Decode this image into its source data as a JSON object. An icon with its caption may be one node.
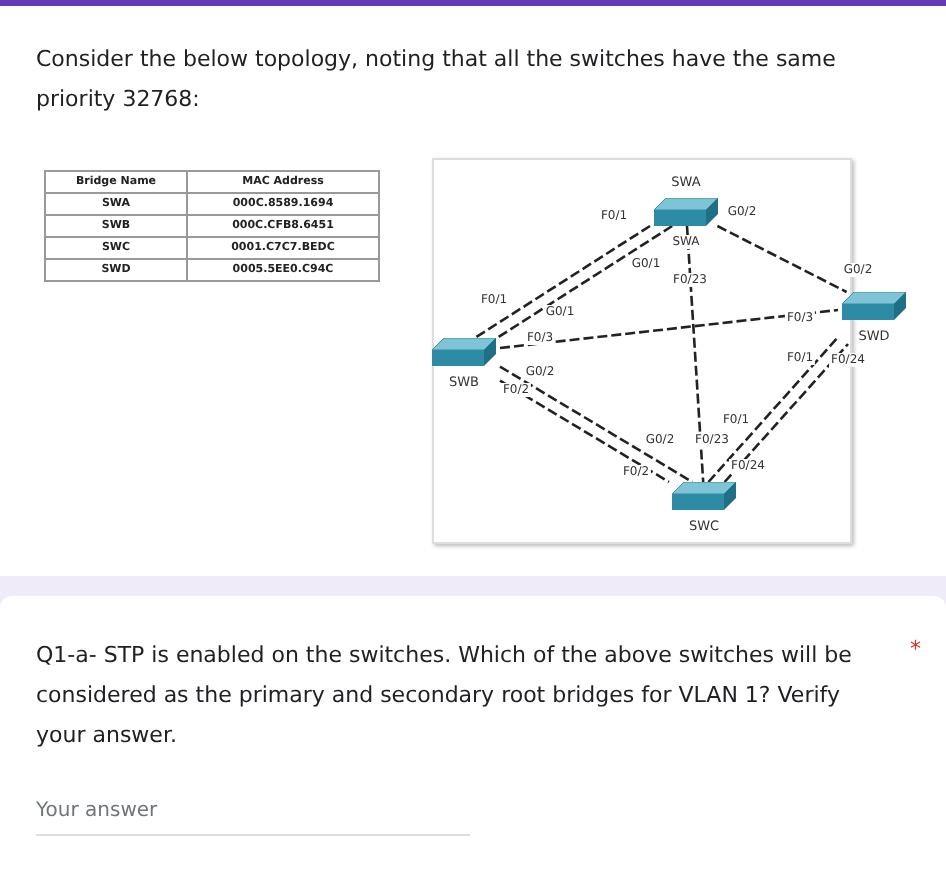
{
  "diagram": {
    "nodes": [
      {
        "text": [
          "SWA"
        ]
      },
      {
        "text": [
          "SWD"
        ]
      },
      {
        "text": [
          "SWB"
        ]
      },
      {
        "text": [
          "SWC"
        ]
      }
    ],
    "edges": [
      {
        "from": 0,
        "to": 2,
        "arrow": "none",
        "style": "dashed"
      },
      {
        "from": 0,
        "to": 2,
        "arrow": "none",
        "style": "dashed"
      },
      {
        "from": 0,
        "to": 1,
        "arrow": "none",
        "style": "dashed"
      },
      {
        "from": 0,
        "to": 3,
        "arrow": "none",
        "style": "dashed"
      },
      {
        "from": 2,
        "to": 1,
        "arrow": "none",
        "style": "dashed"
      },
      {
        "from": 2,
        "to": 3,
        "arrow": "none",
        "style": "dashed"
      },
      {
        "from": 2,
        "to": 3,
        "arrow": "none",
        "style": "dashed"
      },
      {
        "from": 3,
        "to": 1,
        "arrow": "none",
        "style": "dashed"
      },
      {
        "from": 3,
        "to": 1,
        "arrow": "none",
        "style": "dashed"
      }
    ],
    "labels": [
      "Consider the below topology, noting that all the switches have the same priority 32768:",
      "Bridge Name",
      "MAC Address",
      "SWA",
      "000C.8589.1694",
      "SWB",
      "000C.CFB8.6451",
      "SWC",
      "0001.C7C7.BEDC",
      "SWD",
      "0005.5EE0.C94C",
      "F0/1",
      "G0/2",
      "SWA",
      "G0/1",
      "F0/23",
      "G0/2",
      "F0/1",
      "G0/1",
      "F0/3",
      "F0/3",
      "F0/1",
      "F0/24",
      "G0/2",
      "F0/2",
      "F0/1",
      "G0/2",
      "F0/23",
      "F0/24",
      "F0/2",
      "Q1-a- STP is enabled on the switches. Which of the above switches will be considered as the primary and secondary root bridges for VLAN 1? Verify your answer.",
      "*",
      "Your answer"
    ]
  }
}
